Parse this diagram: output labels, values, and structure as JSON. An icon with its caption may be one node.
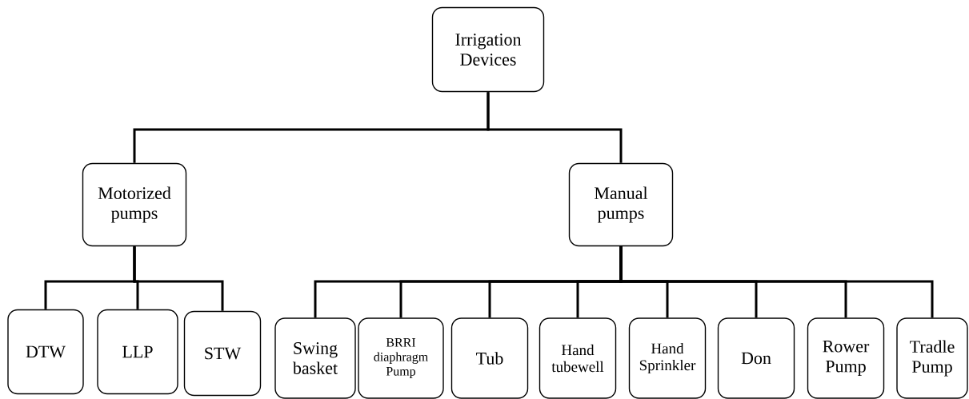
{
  "diagram": {
    "nodes": [
      {
        "text": [
          "Irrigation Devices"
        ]
      },
      {
        "text": [
          "Motorized pumps"
        ]
      },
      {
        "text": [
          "Manual pumps"
        ]
      },
      {
        "text": [
          "DTW"
        ]
      },
      {
        "text": [
          "LLP"
        ]
      },
      {
        "text": [
          "STW"
        ]
      },
      {
        "text": [
          "Swing basket"
        ]
      },
      {
        "text": [
          "BRRI diaphragm Pump"
        ]
      },
      {
        "text": [
          "Tub"
        ]
      },
      {
        "text": [
          "Hand tubewell"
        ]
      },
      {
        "text": [
          "Hand Sprinkler"
        ]
      },
      {
        "text": [
          "Don"
        ]
      },
      {
        "text": [
          "Rower Pump"
        ]
      },
      {
        "text": [
          "Tradle Pump"
        ]
      }
    ],
    "edges": [
      {
        "from": 0,
        "to": 1,
        "arrow": "none"
      },
      {
        "from": 0,
        "to": 2,
        "arrow": "none"
      },
      {
        "from": 1,
        "to": 3,
        "arrow": "none"
      },
      {
        "from": 1,
        "to": 4,
        "arrow": "none"
      },
      {
        "from": 1,
        "to": 5,
        "arrow": "none"
      },
      {
        "from": 2,
        "to": 6,
        "arrow": "none"
      },
      {
        "from": 2,
        "to": 7,
        "arrow": "none"
      },
      {
        "from": 2,
        "to": 8,
        "arrow": "none"
      },
      {
        "from": 2,
        "to": 9,
        "arrow": "none"
      },
      {
        "from": 2,
        "to": 10,
        "arrow": "none"
      },
      {
        "from": 2,
        "to": 11,
        "arrow": "none"
      },
      {
        "from": 2,
        "to": 12,
        "arrow": "none"
      },
      {
        "from": 2,
        "to": 13,
        "arrow": "none"
      }
    ]
  }
}
